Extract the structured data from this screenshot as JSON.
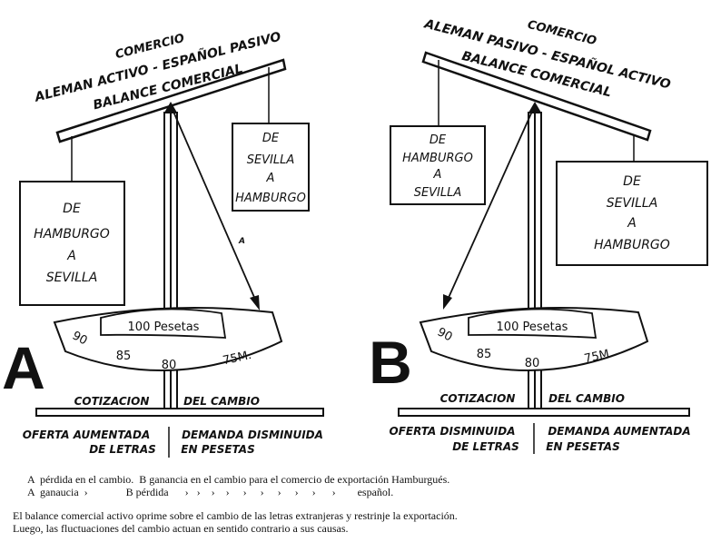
{
  "diagram_a": {
    "letter": "A",
    "title_line1": "COMERCIO",
    "title_line2": "ALEMAN ACTIVO - ESPAÑOL PASIVO",
    "title_line3": "BALANCE COMERCIAL",
    "left_box": [
      "DE",
      "HAMBURGO",
      "A",
      "SEVILLA"
    ],
    "right_box": [
      "DE",
      "SEVILLA",
      "A",
      "HAMBURGO"
    ],
    "dial_label": "100 Pesetas",
    "ticks": [
      "90",
      "85",
      "80",
      "75M."
    ],
    "stray_mark": "A",
    "base_left": "COTIZACION",
    "base_right": "DEL CAMBIO",
    "bottom_left_1": "OFERTA AUMENTADA",
    "bottom_left_2": "DE LETRAS",
    "bottom_right_1": "DEMANDA DISMINUIDA",
    "bottom_right_2": "EN PESETAS"
  },
  "diagram_b": {
    "letter": "B",
    "title_line1": "COMERCIO",
    "title_line2": "ALEMAN PASIVO - ESPAÑOL ACTIVO",
    "title_line3": "BALANCE COMERCIAL",
    "left_box": [
      "DE",
      "HAMBURGO",
      "A",
      "SEVILLA"
    ],
    "right_box": [
      "DE",
      "SEVILLA",
      "A",
      "HAMBURGO"
    ],
    "dial_label": "100 Pesetas",
    "ticks": [
      "90",
      "85",
      "80",
      "75M."
    ],
    "base_left": "COTIZACION",
    "base_right": "DEL CAMBIO",
    "bottom_left_1": "OFERTA DISMINUIDA",
    "bottom_left_2": "DE LETRAS",
    "bottom_right_1": "DEMANDA AUMENTADA",
    "bottom_right_2": "EN PESETAS"
  },
  "caption": {
    "line1": "A  pérdida en el cambio.  B ganancia en el cambio para el comercio de exportación Hamburgués.",
    "line2": "A  ganaucia  ›              B pérdida      ›   ›    ›    ›     ›     ›     ›     ›     ›      ›        español.",
    "line3": "El balance comercial activo oprime sobre el cambio de las letras extranjeras y restrinje la exportación.",
    "line4": "Luego, las fluctuaciones del cambio actuan en sentido contrario a sus causas."
  }
}
